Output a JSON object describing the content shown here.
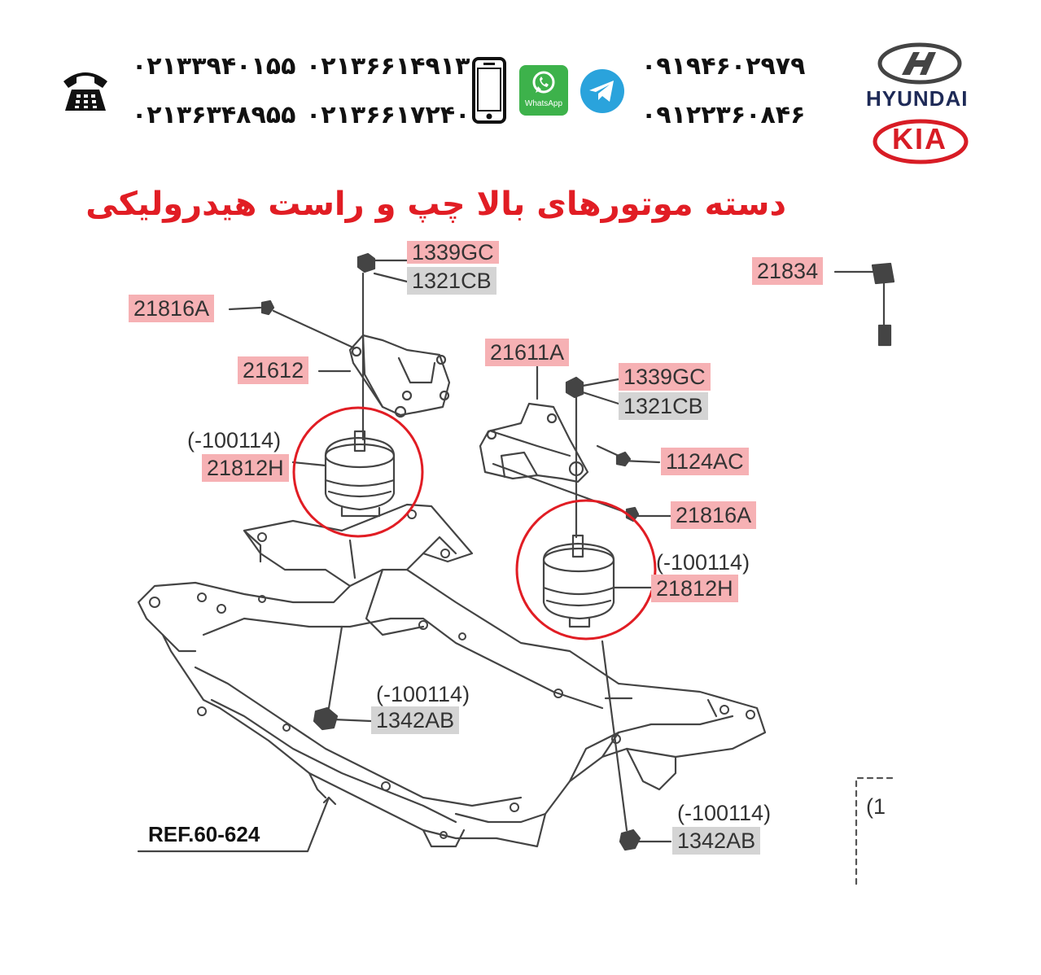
{
  "header": {
    "phones_landline": [
      "۰۲۱۳۳۹۴۰۱۵۵",
      "۰۲۱۳۶۶۱۴۹۱۳",
      "۰۲۱۳۶۳۴۸۹۵۵",
      "۰۲۱۳۶۶۱۷۲۴۰"
    ],
    "phones_mobile": [
      "۰۹۱۹۴۶۰۲۹۷۹",
      "۰۹۱۲۲۳۶۰۸۴۶"
    ],
    "whatsapp_label": "WhatsApp",
    "brand_hyundai": "HYUNDAI",
    "brand_kia": "KIA"
  },
  "title": "دسته موتورهای بالا چپ و راست هیدرولیکی",
  "colors": {
    "title": "#e11d24",
    "label_highlight": "#f6b1b4",
    "label_grey": "#d4d4d4",
    "circle": "#e11d24",
    "whatsapp": "#3db24b",
    "telegram": "#2aa3dc"
  },
  "diagram": {
    "labels": {
      "l_1339gc_top": "1339GC",
      "l_1321cb_top": "1321CB",
      "l_21816a_left": "21816A",
      "l_21612": "21612",
      "l_21834": "21834",
      "l_21611a": "21611A",
      "l_1339gc_right": "1339GC",
      "l_1321cb_right": "1321CB",
      "l_1124ac": "1124AC",
      "l_21816a_right": "21816A",
      "l_100114_left": "(-100114)",
      "l_21812h_left": "21812H",
      "l_100114_right": "(-100114)",
      "l_21812h_right": "21812H",
      "l_100114_bottom_left": "(-100114)",
      "l_1342ab_left": "1342AB",
      "l_100114_bottom_right": "(-100114)",
      "l_1342ab_right": "1342AB",
      "ref": "REF.60-624",
      "cut_label": "(1"
    }
  }
}
